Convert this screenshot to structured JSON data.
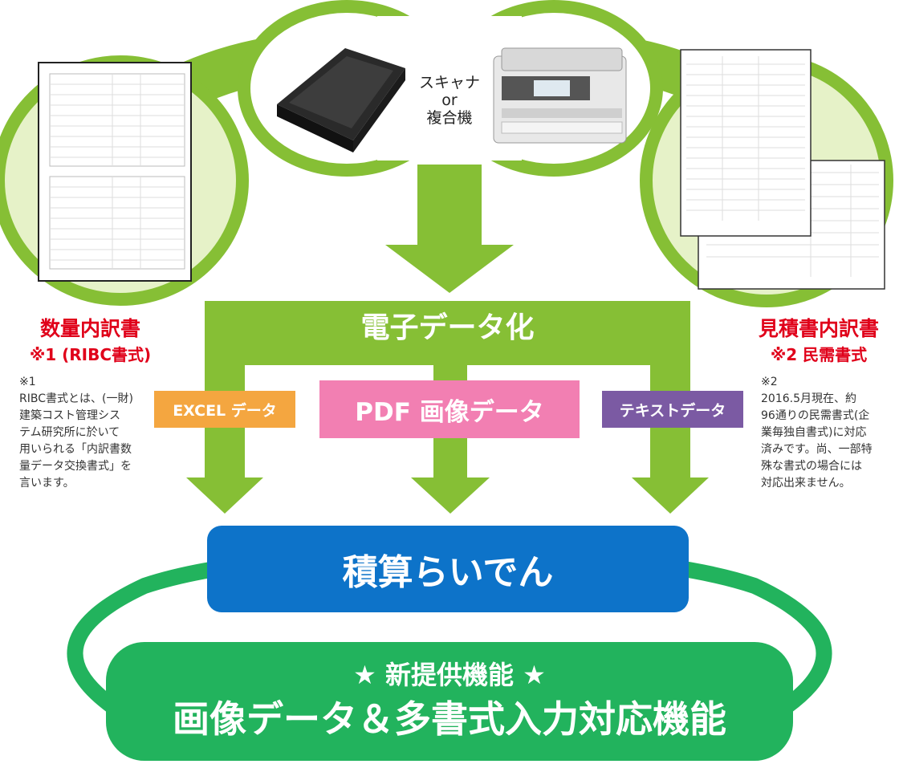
{
  "scanner_label": "スキャナ\nor\n複合機",
  "digitize_label": "電子データ化",
  "formats": {
    "excel": "EXCEL データ",
    "pdf": "PDF 画像データ",
    "text": "テキストデータ"
  },
  "left_doc": {
    "title": "数量内訳書",
    "subtitle": "※1 (RIBC書式)",
    "note": "※1\nRIBC書式とは、(一財)\n建築コスト管理シス\nテム研究所に於いて\n用いられる「内訳書数\n量データ交換書式」を\n言います。"
  },
  "right_doc": {
    "title": "見積書内訳書",
    "subtitle": "※2 民需書式",
    "note": "※2\n2016.5月現在、約\n96通りの民需書式(企\n業毎独自書式)に対応\n済みです。尚、一部特\n殊な書式の場合には\n対応出来ません。"
  },
  "product_name": "積算らいでん",
  "feature": {
    "headline": "★ 新提供機能 ★",
    "title": "画像データ＆多書式入力対応機能"
  },
  "colors": {
    "arrow_green": "#86bf35",
    "circle_green": "#e6f2c8",
    "product_blue": "#0d73c9",
    "feature_green": "#22b35d",
    "excel_orange": "#f4a640",
    "pdf_pink": "#f27fb2",
    "text_purple": "#7b5aa3",
    "label_red": "#e0001a"
  }
}
